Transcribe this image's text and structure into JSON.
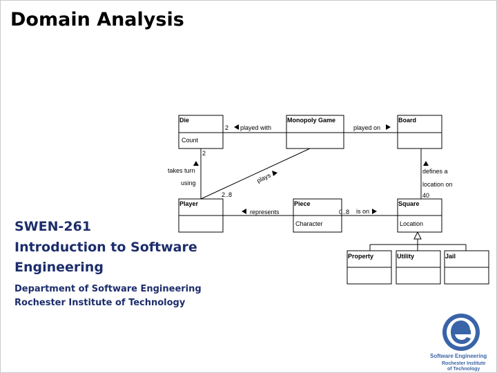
{
  "slide": {
    "title": "Domain Analysis",
    "course_code": "SWEN-261",
    "course_name_line1": "Introduction to Software",
    "course_name_line2": "Engineering",
    "department": "Department of Software Engineering",
    "institute": "Rochester Institute of Technology"
  },
  "diagram": {
    "classes": {
      "die": {
        "name": "Die",
        "attribute": "Count"
      },
      "monopoly_game": {
        "name": "Monopoly Game",
        "attribute": ""
      },
      "board": {
        "name": "Board",
        "attribute": ""
      },
      "player": {
        "name": "Player",
        "attribute": ""
      },
      "piece": {
        "name": "Piece",
        "attribute": "Character"
      },
      "square": {
        "name": "Square",
        "attribute": "Location"
      },
      "property": {
        "name": "Property"
      },
      "utility": {
        "name": "Utility"
      },
      "jail": {
        "name": "Jail"
      }
    },
    "associations": {
      "game_die": {
        "label": "played with",
        "multiplicity": "2"
      },
      "game_board": {
        "label": "played on"
      },
      "die_player": {
        "label_line1": "takes turn",
        "label_line2": "using",
        "mult_die": "2",
        "mult_player": "2..8"
      },
      "player_game": {
        "label": "plays"
      },
      "player_piece": {
        "label": "represents"
      },
      "piece_square": {
        "label": "is on",
        "multiplicity": "0..8"
      },
      "board_square": {
        "label_line1": "defines a",
        "label_line2": "location on",
        "multiplicity": "40"
      }
    }
  },
  "logo": {
    "line1": "Software Engineering",
    "line2": "Rochester Institute",
    "line3": "of Technology",
    "color": "#3a64a8"
  }
}
